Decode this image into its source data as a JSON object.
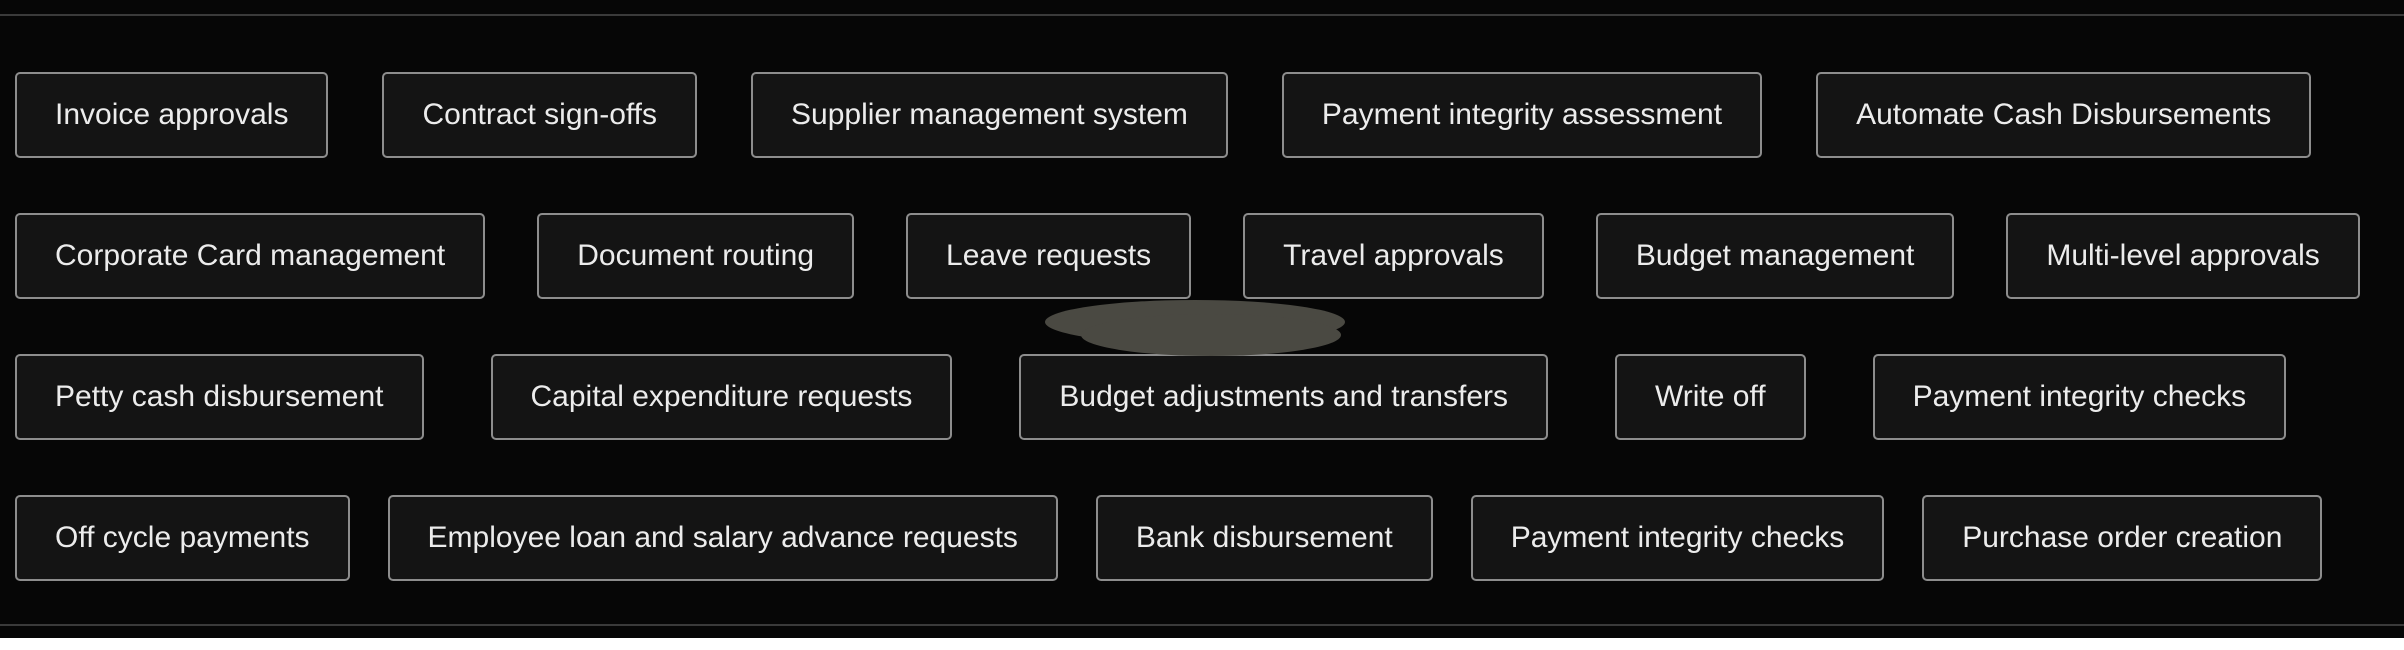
{
  "colors": {
    "bg": "#060606",
    "chip_bg": "#141414",
    "chip_border": "#8d8d8d",
    "text": "#ececec",
    "hairline": "#3a3a3a",
    "blob": "#4a4942",
    "bottom_strip": "#ffffff"
  },
  "rows": [
    {
      "items": [
        "Invoice approvals",
        "Contract sign-offs",
        "Supplier management system",
        "Payment integrity assessment",
        "Automate Cash Disbursements"
      ]
    },
    {
      "items": [
        "Corporate Card management",
        "Document routing",
        "Leave requests",
        "Travel approvals",
        "Budget management",
        "Multi-level approvals"
      ]
    },
    {
      "items": [
        "Petty cash disbursement",
        "Capital expenditure requests",
        "Budget adjustments and transfers",
        "Write off",
        "Payment integrity checks"
      ]
    },
    {
      "items": [
        "Off cycle payments",
        "Employee loan and salary advance requests",
        "Bank disbursement",
        "Payment integrity checks",
        "Purchase order creation"
      ]
    }
  ]
}
